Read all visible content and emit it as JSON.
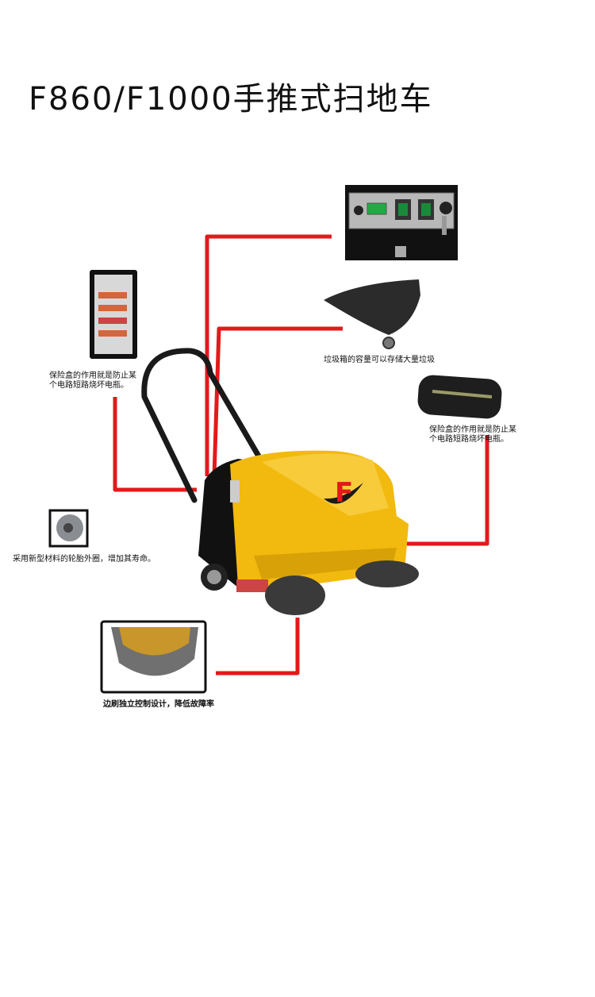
{
  "title": "F860/F1000手推式扫地车",
  "captions": {
    "fuse_box_left": [
      "保险盒的作用就是防止某",
      "个电路短路烧坏电瓶。"
    ],
    "dust_bin": "垃圾箱的容量可以存储大量垃圾",
    "roller_brush": [
      "保险盒的作用就是防止某",
      "个电路短路烧坏电瓶。"
    ],
    "wheel": "采用新型材料的轮胎外圈，增加其寿命。",
    "side_brush": "边刷独立控制设计，降低故障率"
  },
  "logo_letter": "F",
  "colors": {
    "callout_line": "#e3191b",
    "body": "#f2b90f",
    "logo": "#e3191b"
  }
}
